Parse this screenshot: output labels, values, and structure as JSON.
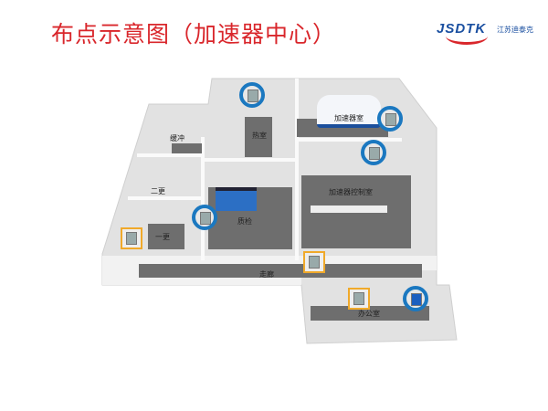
{
  "title": "布点示意图（加速器中心）",
  "logo": {
    "text": "JSDTK",
    "subtitle": "江苏迪泰克"
  },
  "rooms": {
    "buffer": "缓冲",
    "hot_room": "热室",
    "accelerator_room": "加速器室",
    "change2": "二更",
    "qc": "质检",
    "control_room": "加速器控制室",
    "change1": "一更",
    "corridor": "走廊",
    "office": "办公室"
  },
  "legend_colors": {
    "fixed_monitor": "#1b78c0",
    "portable_monitor": "#f0a92a"
  }
}
